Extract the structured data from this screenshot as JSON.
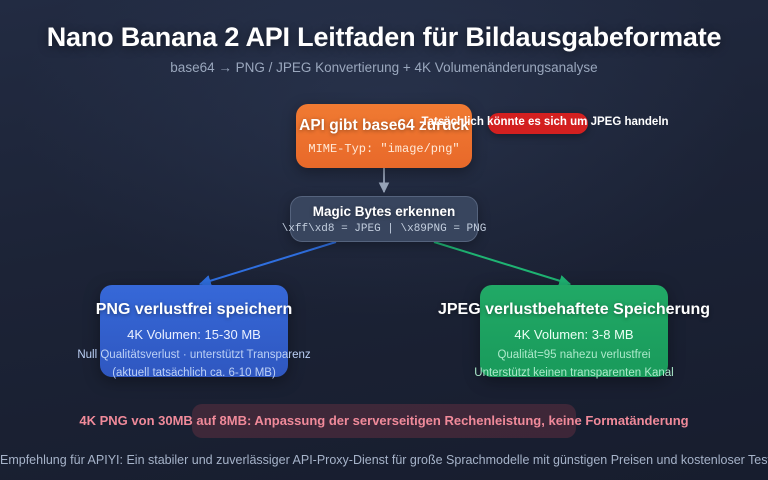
{
  "header": {
    "title": "Nano Banana 2 API Leitfaden für Bildausgabeformate",
    "subtitle": "base64 → PNG / JPEG Konvertierung + 4K Volumenänderungsanalyse"
  },
  "flow": {
    "api_node": {
      "title": "API gibt base64 zurück",
      "subtitle": "MIME-Typ: \"image/png\"",
      "color": "#e8692a"
    },
    "jpeg_badge": {
      "label": "Tatsächlich könnte es sich um JPEG handeln",
      "color": "#d32020"
    },
    "magic_node": {
      "title": "Magic Bytes erkennen",
      "subtitle": "\\xff\\xd8 = JPEG | \\x89PNG = PNG",
      "color": "#38455e"
    },
    "png_node": {
      "title": "PNG verlustfrei speichern",
      "line1": "4K Volumen: 15-30 MB",
      "line2": "Null Qualitätsverlust · unterstützt Transparenz",
      "line3": "(aktuell tatsächlich ca. 6-10 MB)",
      "color": "#2f57c0"
    },
    "jpeg_node": {
      "title": "JPEG verlustbehaftete Speicherung",
      "line1": "4K Volumen: 3-8 MB",
      "line2": "Qualität=95 nahezu verlustfrei",
      "line3": "Unterstützt keinen transparenten Kanal",
      "color": "#199a5b"
    }
  },
  "warning": {
    "text": "4K PNG von 30MB auf 8MB: Anpassung der serverseitigen Rechenleistung, keine Formatänderung",
    "color": "#f08a9a"
  },
  "footer": {
    "text": "Empfehlung für APIYI: Ein stabiler und zuverlässiger API-Proxy-Dienst für große Sprachmodelle mit günstigen Preisen und kostenloser Testversion"
  },
  "connectors": {
    "api_to_magic_color": "#98a5ba",
    "magic_to_png_color": "#2f6fe0",
    "magic_to_jpeg_color": "#1fb473"
  }
}
